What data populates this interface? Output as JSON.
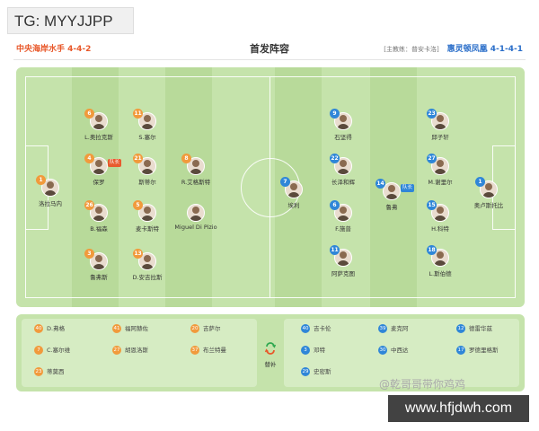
{
  "watermark_top": "TG: MYYJJPP",
  "header": {
    "home_team": "中央海岸水手 4-4-2",
    "title": "首发阵容",
    "coach": "[主教练：普安卡洛]",
    "away_team": "惠灵顿凤凰 4-1-4-1"
  },
  "home_players": [
    {
      "num": "1",
      "name": "洛拉马内",
      "badge": ""
    },
    {
      "num": "6",
      "name": "L.奥拉克斯",
      "badge": ""
    },
    {
      "num": "4",
      "name": "保罗",
      "badge": "队长"
    },
    {
      "num": "26",
      "name": "B.福森",
      "badge": ""
    },
    {
      "num": "3",
      "name": "鲁弗斯",
      "badge": ""
    },
    {
      "num": "11",
      "name": "S.塞尔",
      "badge": ""
    },
    {
      "num": "21",
      "name": "斯蒂尔",
      "badge": ""
    },
    {
      "num": "5",
      "name": "麦卡斯特",
      "badge": ""
    },
    {
      "num": "13",
      "name": "D.安吉拉斯",
      "badge": ""
    },
    {
      "num": "8",
      "name": "R.艾格斯特",
      "badge": ""
    },
    {
      "num": "",
      "name": "Miguel Di Pizio",
      "badge": ""
    }
  ],
  "away_players": [
    {
      "num": "7",
      "name": "埃利",
      "badge": ""
    },
    {
      "num": "9",
      "name": "石坚得",
      "badge": ""
    },
    {
      "num": "22",
      "name": "长泽和辉",
      "badge": ""
    },
    {
      "num": "6",
      "name": "F.施普",
      "badge": ""
    },
    {
      "num": "11",
      "name": "阿萨克图",
      "badge": ""
    },
    {
      "num": "14",
      "name": "鲁弗",
      "badge": "队长"
    },
    {
      "num": "23",
      "name": "邱子轩",
      "badge": ""
    },
    {
      "num": "27",
      "name": "M.谢里尔",
      "badge": ""
    },
    {
      "num": "15",
      "name": "H.科特",
      "badge": ""
    },
    {
      "num": "18",
      "name": "L.斯伯德",
      "badge": ""
    },
    {
      "num": "1",
      "name": "奥卢斯托比",
      "badge": ""
    }
  ],
  "subs_label": "替补",
  "home_subs": [
    {
      "num": "40",
      "name": "D.弗格"
    },
    {
      "num": "7",
      "name": "C.塞尔维"
    },
    {
      "num": "23",
      "name": "蒂莫西"
    },
    {
      "num": "41",
      "name": "福阿赫佐"
    },
    {
      "num": "27",
      "name": "胡恩洛斯"
    },
    {
      "num": "20",
      "name": "吉萨尔"
    },
    {
      "num": "37",
      "name": "布兰特曼"
    }
  ],
  "away_subs": [
    {
      "num": "40",
      "name": "吉卡伦"
    },
    {
      "num": "3",
      "name": "邓特"
    },
    {
      "num": "29",
      "name": "史密斯"
    },
    {
      "num": "39",
      "name": "麦克阿"
    },
    {
      "num": "30",
      "name": "中西达"
    },
    {
      "num": "12",
      "name": "德雷华兹"
    },
    {
      "num": "17",
      "name": "罗德里格斯"
    }
  ],
  "watermark_weibo": "@乾哥哥带你鸡鸡",
  "watermark_site": "www.hfjdwh.com"
}
